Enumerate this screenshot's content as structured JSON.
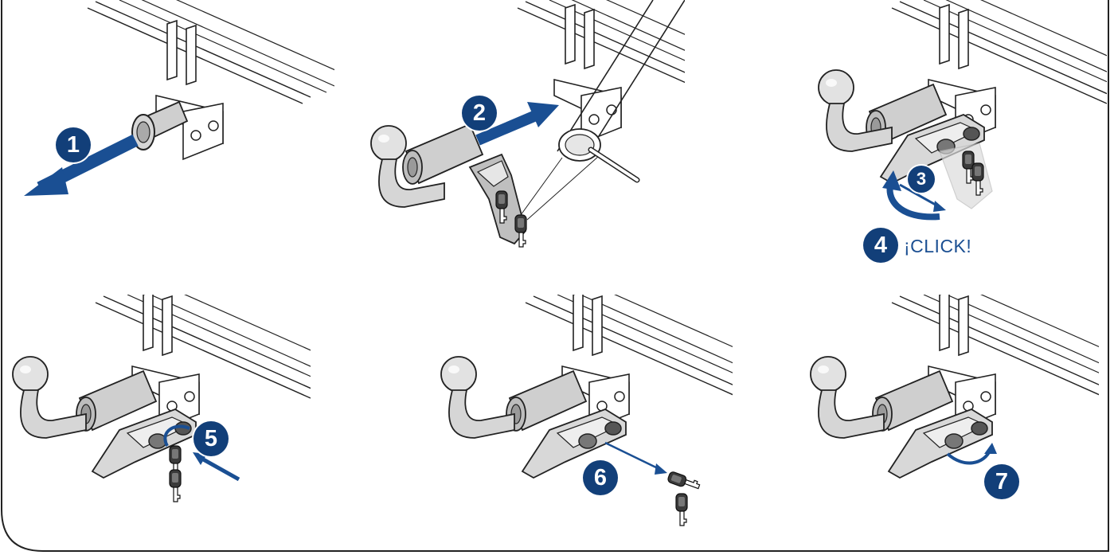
{
  "steps": [
    {
      "number": "1"
    },
    {
      "number": "2"
    },
    {
      "number": "3"
    },
    {
      "number": "4",
      "label": "¡CLICK!"
    },
    {
      "number": "5"
    },
    {
      "number": "6"
    },
    {
      "number": "7"
    }
  ],
  "colors": {
    "accent": "#123f79",
    "line": "#1a1a1a",
    "fill": "#c8c8c8",
    "fill_light": "#e2e2e2"
  }
}
